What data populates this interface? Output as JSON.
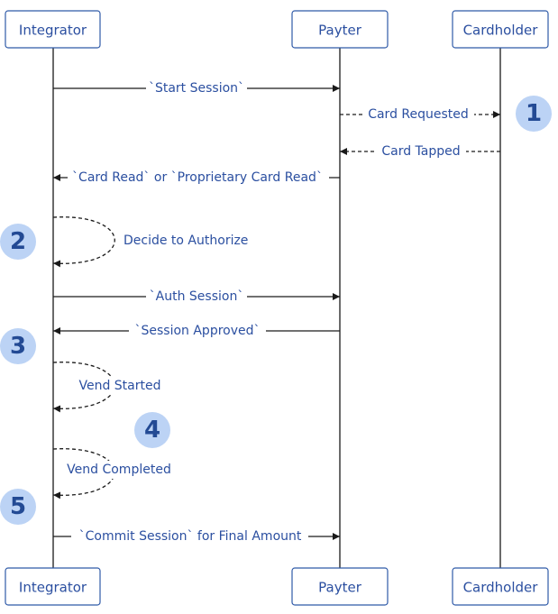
{
  "actors": {
    "integrator": "Integrator",
    "payter": "Payter",
    "cardholder": "Cardholder"
  },
  "messages": {
    "start_session": "`Start Session`",
    "card_requested": "Card Requested",
    "card_tapped": "Card Tapped",
    "card_read": "`Card Read` or `Proprietary Card Read`",
    "decide_authorize": "Decide to Authorize",
    "auth_session": "`Auth Session`",
    "session_approved": "`Session Approved`",
    "vend_started": "Vend Started",
    "vend_completed": "Vend Completed",
    "commit_session": "`Commit Session` for Final Amount"
  },
  "badges": {
    "b1": "1",
    "b2": "2",
    "b3": "3",
    "b4": "4",
    "b5": "5"
  },
  "colors": {
    "text": "#2b4fa0",
    "badge_fill": "#bcd3f5",
    "badge_text": "#234a94",
    "line": "#1a1a1a"
  }
}
